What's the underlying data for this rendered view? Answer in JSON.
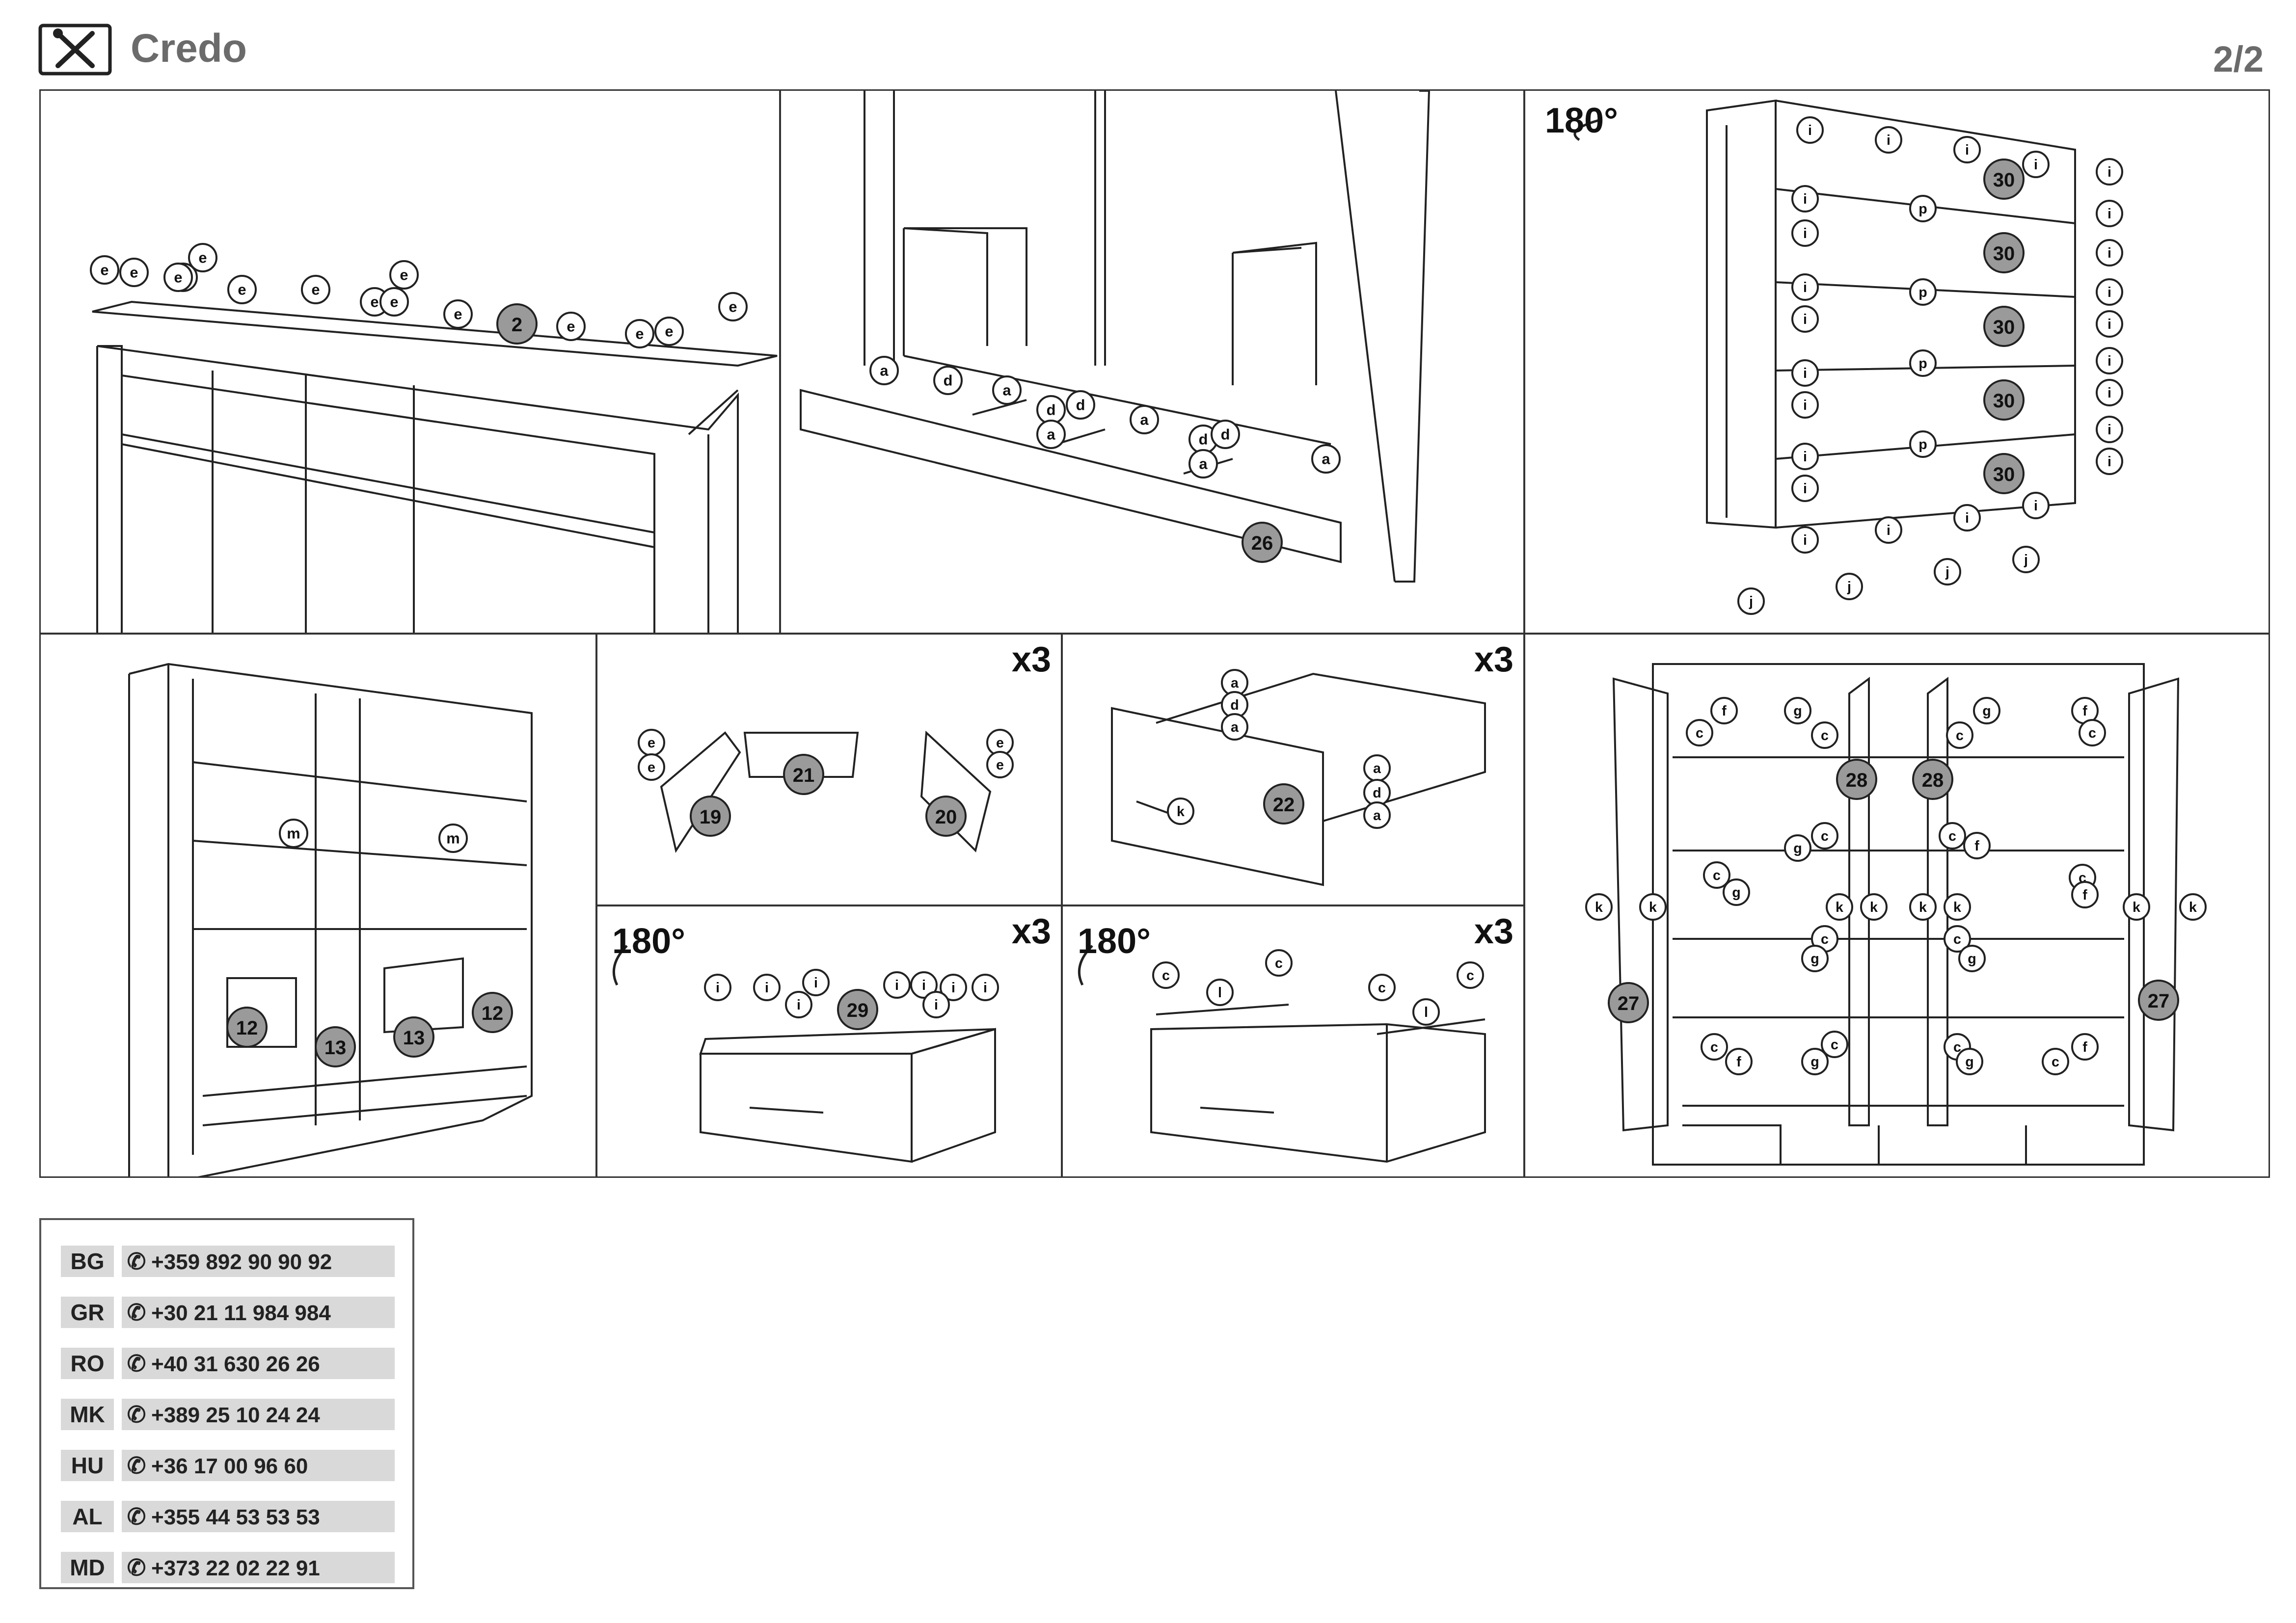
{
  "header": {
    "brand_icon": "tools-icon",
    "title": "Credo",
    "page": "2/2"
  },
  "panels": {
    "p1": {
      "labels": [
        "e",
        "e",
        "e",
        "e",
        "e",
        "e",
        "e",
        "e",
        "e",
        "e",
        "e",
        "e",
        "e",
        "e",
        "e"
      ],
      "part": "2"
    },
    "p2": {
      "labels": [
        "a",
        "d",
        "a",
        "d",
        "d",
        "a",
        "a",
        "d",
        "d",
        "a",
        "a"
      ],
      "part": "26"
    },
    "p3": {
      "rotate": "180°",
      "i_labels": [
        "i",
        "i",
        "i",
        "i",
        "i",
        "i",
        "i",
        "i",
        "i",
        "i",
        "i",
        "i",
        "i",
        "i",
        "i",
        "i",
        "i",
        "i",
        "i",
        "i",
        "i",
        "i",
        "i",
        "i",
        "i"
      ],
      "p_labels": [
        "p",
        "p",
        "p",
        "p"
      ],
      "j_labels": [
        "j",
        "j",
        "j",
        "j"
      ],
      "part": "30"
    },
    "p4": {
      "labels": [
        "m",
        "m"
      ],
      "parts": [
        "12",
        "13",
        "13",
        "12"
      ]
    },
    "p5": {
      "multiplier": "x3",
      "labels": [
        "e",
        "e",
        "e",
        "e"
      ],
      "parts": [
        "19",
        "21",
        "20"
      ]
    },
    "p6": {
      "multiplier": "x3",
      "labels": [
        "a",
        "d",
        "a",
        "a",
        "d",
        "a",
        "k"
      ],
      "part": "22"
    },
    "p7": {
      "multiplier": "x3",
      "rotate": "180°",
      "labels": [
        "i",
        "i",
        "i",
        "i",
        "i",
        "i",
        "i",
        "i",
        "i"
      ],
      "part": "29"
    },
    "p8": {
      "multiplier": "x3",
      "rotate": "180°",
      "labels": [
        "c",
        "c",
        "c",
        "c",
        "l",
        "l"
      ]
    },
    "p9": {
      "labels": [
        "f",
        "c",
        "g",
        "c",
        "c",
        "g",
        "f",
        "c",
        "g",
        "c",
        "c",
        "g",
        "c",
        "f",
        "c",
        "f",
        "k",
        "k",
        "k",
        "k",
        "k",
        "k",
        "k",
        "k",
        "c",
        "g",
        "c",
        "g",
        "c",
        "f",
        "g",
        "c",
        "c",
        "g",
        "c",
        "f"
      ],
      "parts": [
        "28",
        "28",
        "27",
        "27"
      ]
    }
  },
  "contacts": [
    {
      "code": "BG",
      "phone": "+359 892 90 90 92"
    },
    {
      "code": "GR",
      "phone": "+30 21 11 984 984"
    },
    {
      "code": "RO",
      "phone": "+40 31 630 26 26"
    },
    {
      "code": "MK",
      "phone": "+389 25 10 24 24"
    },
    {
      "code": "HU",
      "phone": "+36 17 00 96 60"
    },
    {
      "code": "AL",
      "phone": "+355 44 53 53 53"
    },
    {
      "code": "MD",
      "phone": "+373 22 02 22 91"
    }
  ],
  "contact_icon": "phone-icon",
  "colors": {
    "line": "#222222",
    "part_fill": "#9a9a9a",
    "label_fill": "#ffffff",
    "contact_bg": "#d9d9d9",
    "header_gray": "#6b6b6b"
  }
}
